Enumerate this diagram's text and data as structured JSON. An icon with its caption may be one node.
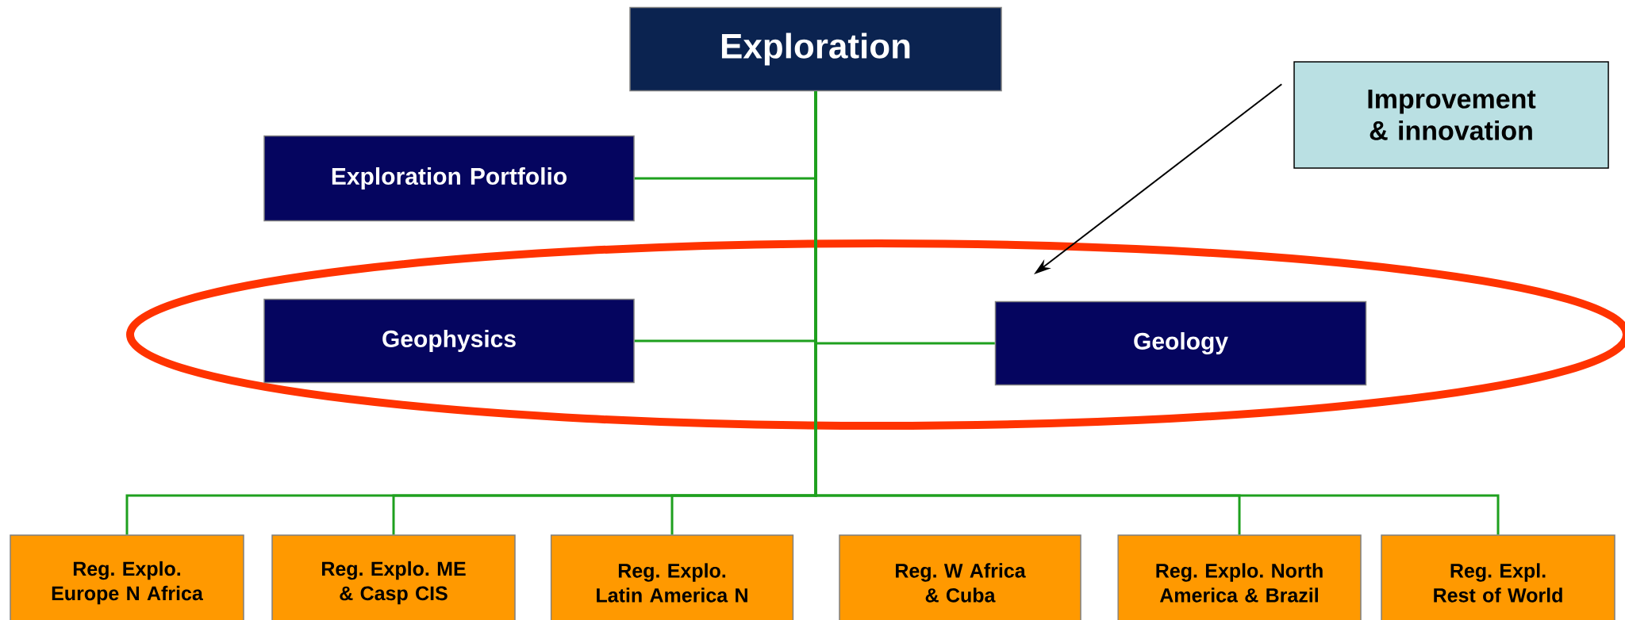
{
  "diagram": {
    "nodes": [
      {
        "text": [
          "Exploration"
        ]
      },
      {
        "text": [
          "Improvement & innovation"
        ]
      },
      {
        "text": [
          "Exploration Portfolio"
        ]
      },
      {
        "text": [],
        "shape": "ellipse"
      },
      {
        "text": [
          "Geophysics"
        ],
        "in": 3
      },
      {
        "text": [
          "Geology"
        ],
        "in": 3
      },
      {
        "text": [
          "Reg. Explo. Europe N Africa"
        ]
      },
      {
        "text": [
          "Reg. Explo. ME & Casp CIS"
        ]
      },
      {
        "text": [
          "Reg. Explo. Latin America N"
        ]
      },
      {
        "text": [
          "Reg. W Africa & Cuba"
        ]
      },
      {
        "text": [
          "Reg. Explo. North America & Brazil"
        ]
      },
      {
        "text": [
          "Reg. Expl. Rest of World"
        ]
      }
    ],
    "edges": [
      {
        "from": 0,
        "to": 2,
        "arrow": "none"
      },
      {
        "from": 0,
        "to": 4,
        "arrow": "none"
      },
      {
        "from": 0,
        "to": 5,
        "arrow": "none"
      },
      {
        "from": 0,
        "to": 6,
        "arrow": "none"
      },
      {
        "from": 0,
        "to": 7,
        "arrow": "none"
      },
      {
        "from": 0,
        "to": 8,
        "arrow": "none"
      },
      {
        "from": 0,
        "to": 10,
        "arrow": "none"
      },
      {
        "from": 0,
        "to": 11,
        "arrow": "none"
      },
      {
        "from": 1,
        "to": 3,
        "arrow": "to",
        "color": "#000000"
      }
    ]
  }
}
